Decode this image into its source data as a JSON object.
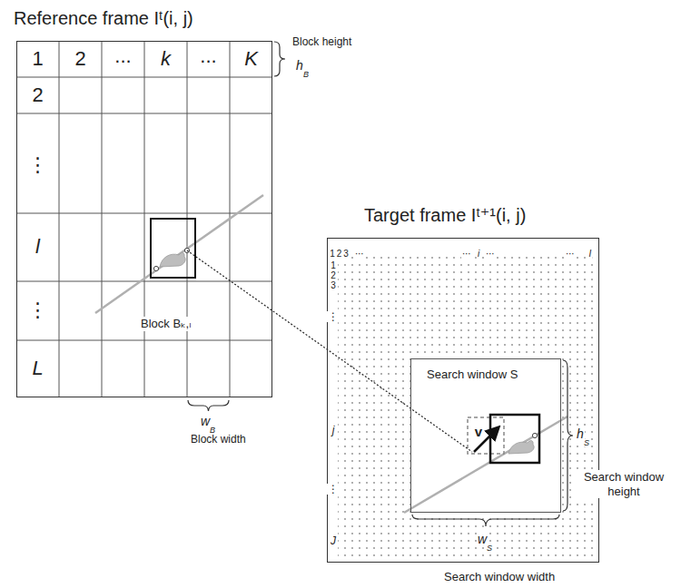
{
  "diagram": {
    "nodes": [
      {
        "text": [
          "Reference frame Iᵗ(i, j)"
        ]
      },
      {
        "text": [
          "Block Bₖ,ₗ"
        ],
        "in": 0
      },
      {
        "text": [
          "Target frame Iᵗ⁺¹(i, j)"
        ]
      },
      {
        "text": [
          "Search window S"
        ],
        "in": 2
      }
    ],
    "labels": [
      "1",
      "2",
      "...",
      "k",
      "...",
      "K",
      "2",
      "⋮",
      "l",
      "⋮",
      "L",
      "Block height",
      "h",
      "B",
      "w",
      "B",
      "Block width",
      "1",
      "2",
      "3",
      "⋯",
      "⋯",
      "i",
      "⋯",
      "⋯",
      "I",
      "1",
      "2",
      "3",
      "⋮",
      "j",
      "⋮",
      "J",
      "v",
      "h",
      "S",
      "Search window height",
      "w",
      "S",
      "Search window width"
    ]
  }
}
